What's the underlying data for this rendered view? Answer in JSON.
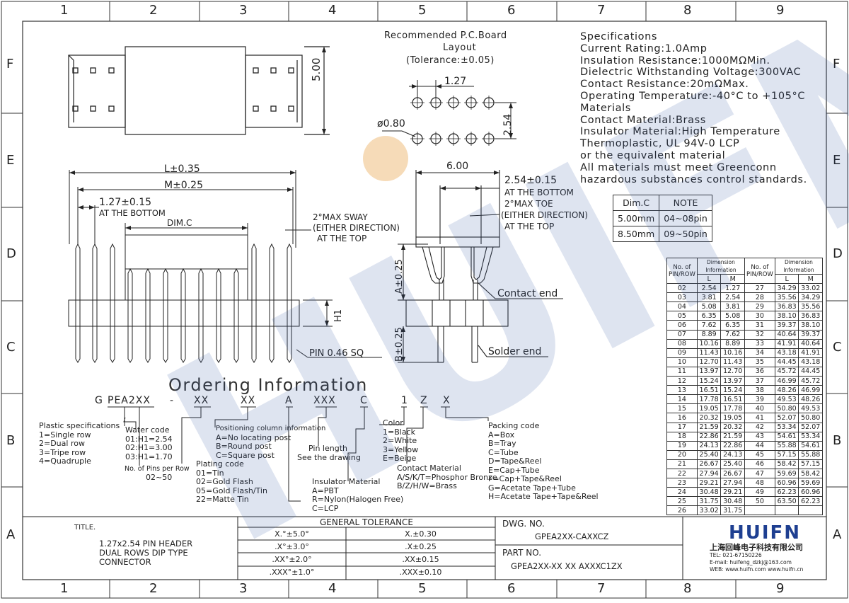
{
  "grid": {
    "cols": [
      "1",
      "2",
      "3",
      "4",
      "5",
      "6",
      "7",
      "8",
      "9"
    ],
    "rows": [
      "F",
      "E",
      "D",
      "C",
      "B",
      "A"
    ]
  },
  "pcb_layout": {
    "title1": "Recommended P.C.Board",
    "title2": "Layout",
    "tolerance": "(Tolerance:±0.05)",
    "pitch": "1.27",
    "row_pitch": "2.54",
    "hole": "ø0.80"
  },
  "top_view": {
    "height_dim": "5.00"
  },
  "front_view": {
    "L": "L±0.35",
    "M": "M±0.25",
    "pitch": "1.27±0.15",
    "pitch_note": "AT THE BOTTOM",
    "dimc": "DIM.C",
    "sway1": "2°MAX SWAY",
    "sway2": "(EITHER DIRECTION)",
    "sway3": "AT THE TOP",
    "h1": "H1",
    "pin": "PIN 0.46 SQ"
  },
  "side_view": {
    "width": "6.00",
    "row": "2.54±0.15",
    "row_note": "AT THE BOTTOM",
    "toe1": "2°MAX TOE",
    "toe2": "(EITHER DIRECTION)",
    "toe3": "AT THE TOP",
    "a": "A±0.25",
    "b": "B±0.25",
    "contact": "Contact end",
    "solder": "Solder end"
  },
  "specs": [
    "Specifications",
    "Current Rating:1.0Amp",
    "Insulation Resistance:1000MΩMin.",
    "Dielectric Withstanding Voltage:300VAC",
    "Contact Resistance:20mΩMax.",
    "Operating Temperature:-40°C to +105°C",
    "Materials",
    "Contact Material:Brass",
    "Insulator Material:High Temperature",
    "Thermoplastic, UL 94V-0 LCP",
    "or the equivalent material",
    "All materials must meet Greenconn",
    "hazardous substances control standards."
  ],
  "note_table": {
    "headers": [
      "Dim.C",
      "NOTE"
    ],
    "rows": [
      [
        "5.00mm",
        "04~08pin"
      ],
      [
        "8.50mm",
        "09~50pin"
      ]
    ]
  },
  "dim_table": {
    "h_no": "No. of",
    "h_pinrow": "PIN/ROW",
    "h_dim": "Dimension Information",
    "h_L": "L",
    "h_M": "M",
    "left": [
      [
        "02",
        "2.54",
        "1.27"
      ],
      [
        "03",
        "3.81",
        "2.54"
      ],
      [
        "04",
        "5.08",
        "3.81"
      ],
      [
        "05",
        "6.35",
        "5.08"
      ],
      [
        "06",
        "7.62",
        "6.35"
      ],
      [
        "07",
        "8.89",
        "7.62"
      ],
      [
        "08",
        "10.16",
        "8.89"
      ],
      [
        "09",
        "11.43",
        "10.16"
      ],
      [
        "10",
        "12.70",
        "11.43"
      ],
      [
        "11",
        "13.97",
        "12.70"
      ],
      [
        "12",
        "15.24",
        "13.97"
      ],
      [
        "13",
        "16.51",
        "15.24"
      ],
      [
        "14",
        "17.78",
        "16.51"
      ],
      [
        "15",
        "19.05",
        "17.78"
      ],
      [
        "16",
        "20.32",
        "19.05"
      ],
      [
        "17",
        "21.59",
        "20.32"
      ],
      [
        "18",
        "22.86",
        "21.59"
      ],
      [
        "19",
        "24.13",
        "22.86"
      ],
      [
        "20",
        "25.40",
        "24.13"
      ],
      [
        "21",
        "26.67",
        "25.40"
      ],
      [
        "22",
        "27.94",
        "26.67"
      ],
      [
        "23",
        "29.21",
        "27.94"
      ],
      [
        "24",
        "30.48",
        "29.21"
      ],
      [
        "25",
        "31.75",
        "30.48"
      ],
      [
        "26",
        "33.02",
        "31.75"
      ]
    ],
    "right": [
      [
        "27",
        "34.29",
        "33.02"
      ],
      [
        "28",
        "35.56",
        "34.29"
      ],
      [
        "29",
        "36.83",
        "35.56"
      ],
      [
        "30",
        "38.10",
        "36.83"
      ],
      [
        "31",
        "39.37",
        "38.10"
      ],
      [
        "32",
        "40.64",
        "39.37"
      ],
      [
        "33",
        "41.91",
        "40.64"
      ],
      [
        "34",
        "43.18",
        "41.91"
      ],
      [
        "35",
        "44.45",
        "43.18"
      ],
      [
        "36",
        "45.72",
        "44.45"
      ],
      [
        "37",
        "46.99",
        "45.72"
      ],
      [
        "38",
        "48.26",
        "46.99"
      ],
      [
        "39",
        "49.53",
        "48.26"
      ],
      [
        "40",
        "50.80",
        "49.53"
      ],
      [
        "41",
        "52.07",
        "50.80"
      ],
      [
        "42",
        "53.34",
        "52.07"
      ],
      [
        "43",
        "54.61",
        "53.34"
      ],
      [
        "44",
        "55.88",
        "54.61"
      ],
      [
        "45",
        "57.15",
        "55.88"
      ],
      [
        "46",
        "58.42",
        "57.15"
      ],
      [
        "47",
        "59.69",
        "58.42"
      ],
      [
        "48",
        "60.96",
        "59.69"
      ],
      [
        "49",
        "62.23",
        "60.96"
      ],
      [
        "50",
        "63.50",
        "62.23"
      ],
      [
        "",
        "",
        ""
      ]
    ]
  },
  "ordering": {
    "title": "Ordering Information",
    "code": [
      "G",
      "PEA2XX",
      "-",
      "XX",
      "XX",
      "A",
      "XXX",
      "C",
      "1",
      "Z",
      "X"
    ],
    "plastic": [
      "Plastic specifications",
      "1=Single row",
      "2=Dual row",
      "3=Tripe row",
      "4=Quadruple"
    ],
    "water": [
      "Water code",
      "01:H1=2.54",
      "02:H1=3.00",
      "03:H1=1.70"
    ],
    "pins": [
      "No. of Pins per Row",
      "02~50"
    ],
    "plating": [
      "Plating code",
      "01=Tin",
      "02=Gold Flash",
      "05=Gold Flash/Tin",
      "22=Matte Tin"
    ],
    "position": [
      "Positioning column information",
      "A=No locating post",
      "B=Round post",
      "C=Square post"
    ],
    "pinlen": [
      "Pin length",
      "See the drawing"
    ],
    "insulator": [
      "Insulator Material",
      "A=PBT",
      "R=Nylon(Halogen Free)",
      "C=LCP"
    ],
    "color": [
      "Color",
      "1=Black",
      "2=White",
      "3=Yellow",
      "E=Beige"
    ],
    "contact": [
      "Contact Material",
      "A/S/K/T=Phosphor Bronze",
      "B/Z/H/W=Brass"
    ],
    "packing": [
      "Packing code",
      "A=Box",
      "B=Tray",
      "C=Tube",
      "D=Tape&Reel",
      "E=Cap+Tube",
      "F=Cap+Tape&Reel",
      "G=Acetate Tape+Tube",
      "H=Acetate Tape+Tape&Reel"
    ]
  },
  "title_block": {
    "title_label": "TITLE.",
    "title_lines": [
      "1.27x2.54 PIN HEADER",
      "DUAL ROWS DIP TYPE",
      "CONNECTOR"
    ],
    "gt_header": "GENERAL TOLERANCE",
    "gt_rows": [
      [
        "X.°±5.0°",
        "X.±0.30"
      ],
      [
        ".X°±3.0°",
        ".X±0.25"
      ],
      [
        ".XX°±2.0°",
        ".XX±0.15"
      ],
      [
        ".XXX°±1.0°",
        ".XXX±0.10"
      ]
    ],
    "dwg_label": "DWG. NO.",
    "dwg_value": "GPEA2XX-CAXXCZ",
    "part_label": "PART NO.",
    "part_value": "GPEA2XX-XX XX AXXXC1ZX",
    "company_logo": "HUIFN",
    "company_cn": "上海回峰电子科技有限公司",
    "tel": "TEL: 021-67150226",
    "email": "E-mail: huifeng_dzkj@163.com",
    "web": "WEB: www.huifn.com  www.huifn.cn"
  },
  "watermark": "HUIFN",
  "colors": {
    "line": "#222222",
    "watermark": "#3a5ea8",
    "dot": "#f3cfa0",
    "logo": "#1e3f91"
  }
}
